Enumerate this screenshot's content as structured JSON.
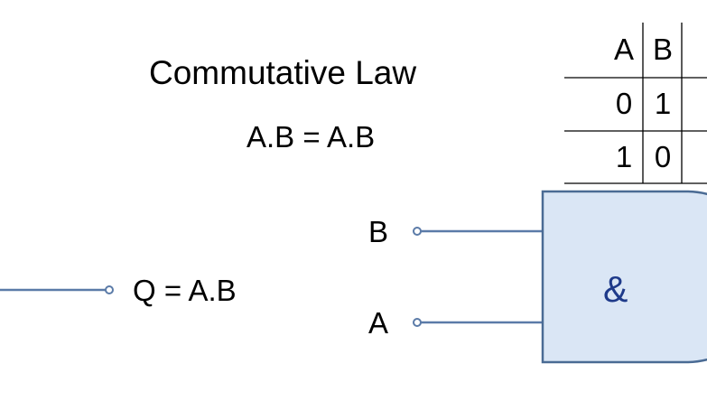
{
  "title": "Commutative Law",
  "equation": "A.B = A.B",
  "truth_table": {
    "headers": [
      "A",
      "B"
    ],
    "rows": [
      [
        "0",
        "1"
      ],
      [
        "1",
        "0"
      ]
    ]
  },
  "gate": {
    "symbol": "&",
    "inputs": [
      "B",
      "A"
    ],
    "output": "Q = A.B"
  },
  "colors": {
    "gate_fill": "#dae6f5",
    "gate_stroke": "#4a6b94",
    "wire": "#5b7ba8",
    "text_accent": "#1e3a8a"
  }
}
